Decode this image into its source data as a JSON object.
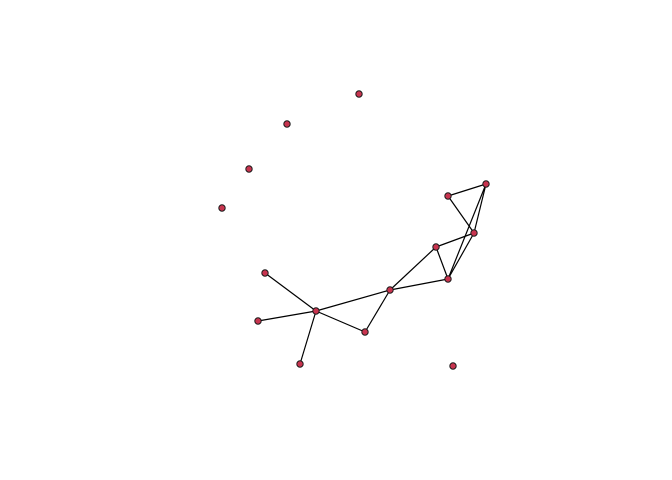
{
  "graph": {
    "node_color": "#c8344f",
    "node_outline": "#1a1a1a",
    "edge_color": "#000000",
    "nodes": [
      {
        "id": "n1"
      },
      {
        "id": "n2"
      },
      {
        "id": "n3"
      },
      {
        "id": "n4"
      },
      {
        "id": "n5"
      },
      {
        "id": "n6"
      },
      {
        "id": "n7"
      },
      {
        "id": "n8"
      },
      {
        "id": "n9"
      },
      {
        "id": "n10"
      },
      {
        "id": "n11"
      },
      {
        "id": "n12"
      },
      {
        "id": "n13"
      },
      {
        "id": "n14"
      },
      {
        "id": "n15"
      },
      {
        "id": "n16"
      },
      {
        "id": "n17"
      }
    ],
    "edges": [
      [
        "n1",
        "n6"
      ],
      [
        "n1",
        "n7"
      ],
      [
        "n1",
        "n8"
      ],
      [
        "n1",
        "n9"
      ],
      [
        "n1",
        "n10"
      ],
      [
        "n9",
        "n10"
      ],
      [
        "n10",
        "n11"
      ],
      [
        "n10",
        "n12"
      ],
      [
        "n11",
        "n12"
      ],
      [
        "n11",
        "n15"
      ],
      [
        "n11",
        "n13"
      ],
      [
        "n12",
        "n15"
      ],
      [
        "n15",
        "n13"
      ],
      [
        "n15",
        "n14"
      ],
      [
        "n13",
        "n14"
      ]
    ]
  }
}
